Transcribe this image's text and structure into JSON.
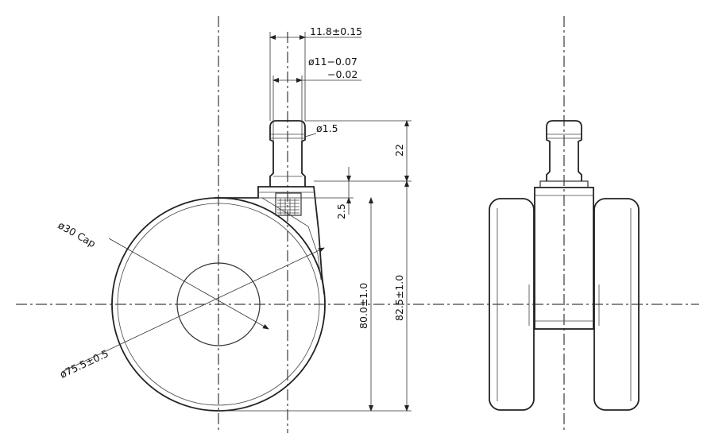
{
  "drawing": {
    "dimensions": {
      "stem_width": "11.8±0.15",
      "stem_dia_upper": "ø11−0.07",
      "stem_dia_lower": "−0.02",
      "groove_dia": "ø1.5",
      "stem_length": "22",
      "gap": "2.5",
      "wheel_height": "80.0±1.0",
      "total_height": "82.5±1.0",
      "cap_dia": "ø30 Cap",
      "wheel_dia": "ø75.5±0.5"
    }
  }
}
